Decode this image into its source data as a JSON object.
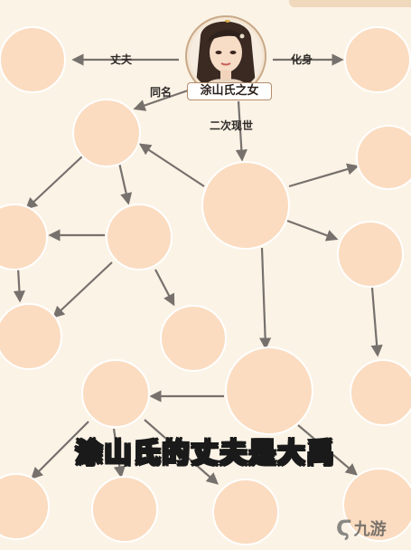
{
  "diagram": {
    "center_node": {
      "name_label": "涂山氏之女"
    },
    "edge_labels": {
      "husband": "丈夫",
      "transform": "化身",
      "same_name": "同名",
      "second_appearance": "二次现世"
    },
    "caption": "涂山氏的丈夫是大禹",
    "colors": {
      "background": "#fbf3e6",
      "node_fill": "#fbdcc0",
      "arrow": "#77716d",
      "caption_outline": "#1a1a1a"
    }
  },
  "watermark": {
    "logo_text": "九游",
    "icon": "s-logo-icon"
  }
}
